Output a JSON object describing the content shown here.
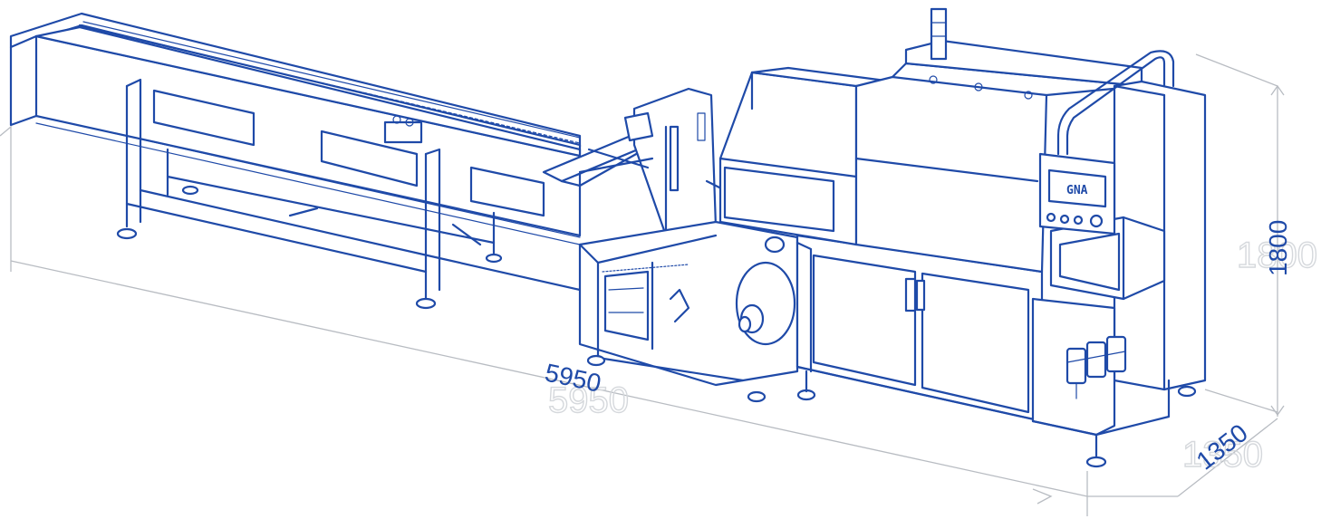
{
  "dimensions": {
    "length": "5950",
    "width": "1350",
    "height": "1800"
  },
  "machine": {
    "brand_label": "GNA"
  },
  "colors": {
    "line": "#1f4aa8",
    "dimension_line": "#b8bcc2",
    "ghost_text": "#d5d8dc",
    "background": "#ffffff"
  }
}
